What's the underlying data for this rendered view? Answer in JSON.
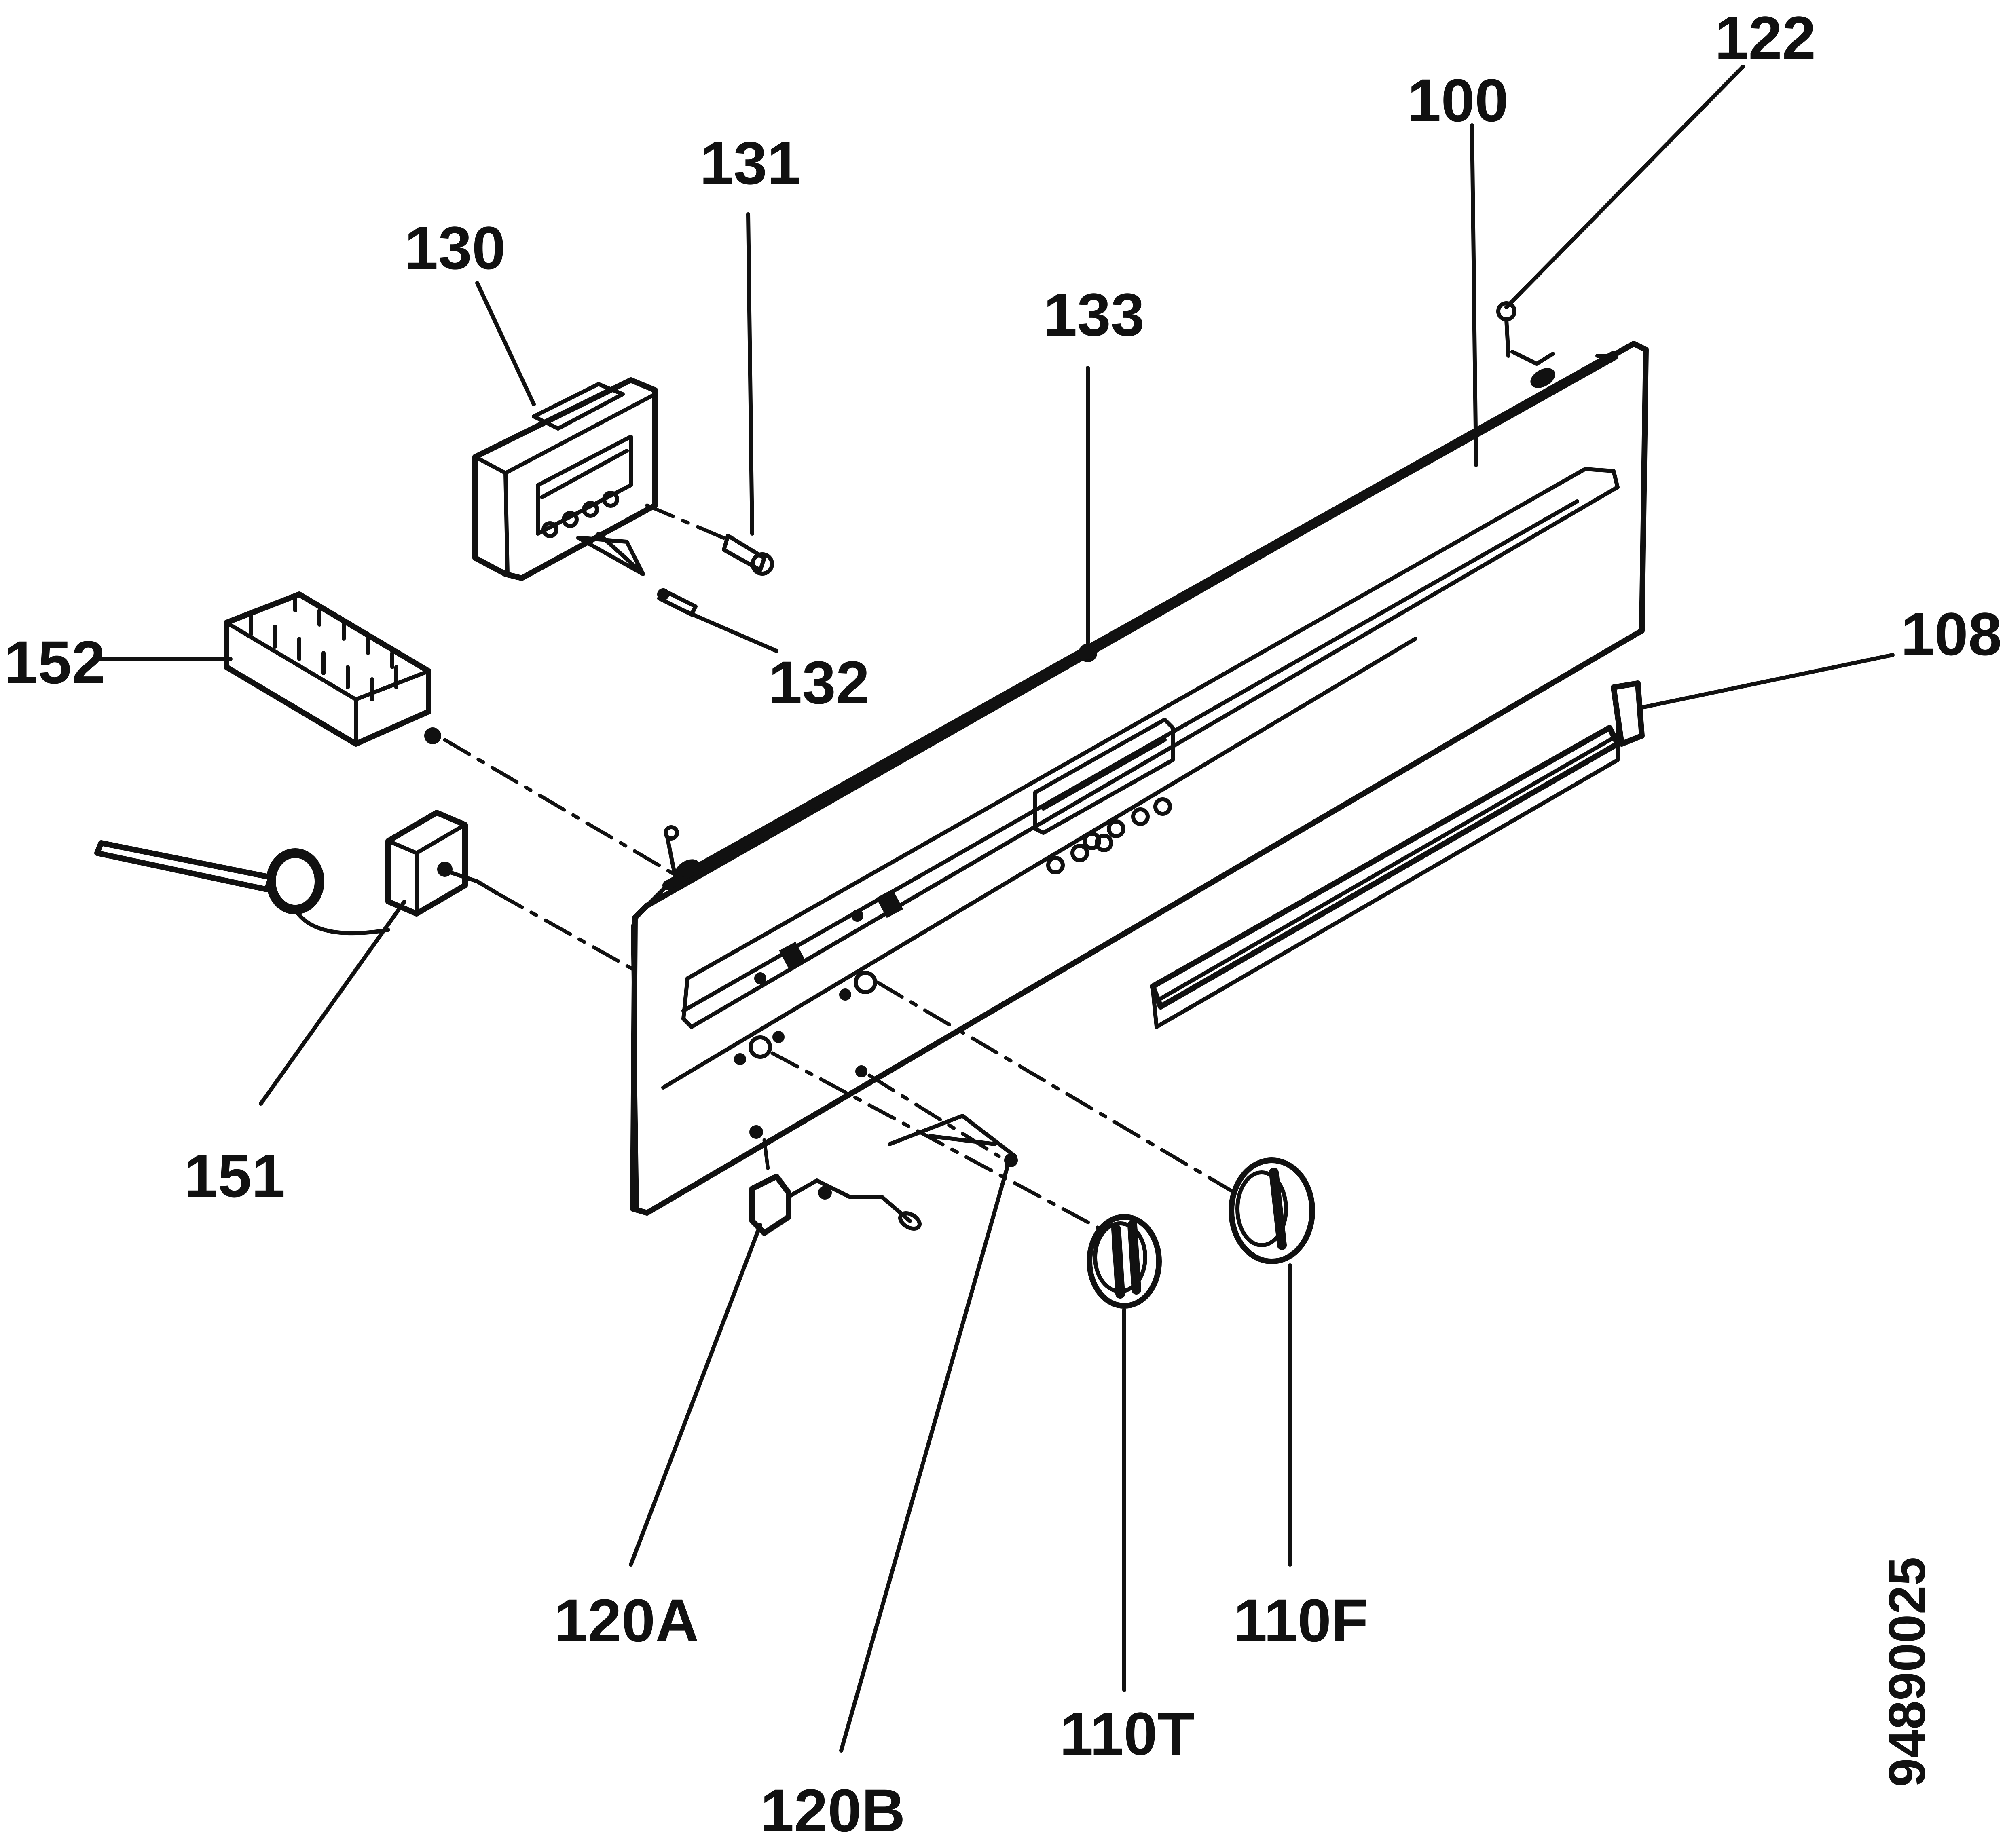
{
  "diagram": {
    "labels": {
      "l100": "100",
      "l108": "108",
      "l110F": "110F",
      "l110T": "110T",
      "l120A": "120A",
      "l120B": "120B",
      "l122": "122",
      "l130": "130",
      "l131": "131",
      "l132": "132",
      "l133": "133",
      "l151": "151",
      "l152": "152"
    },
    "document_number": "94890025",
    "line_color": "#111111",
    "background_color": "#ffffff"
  }
}
